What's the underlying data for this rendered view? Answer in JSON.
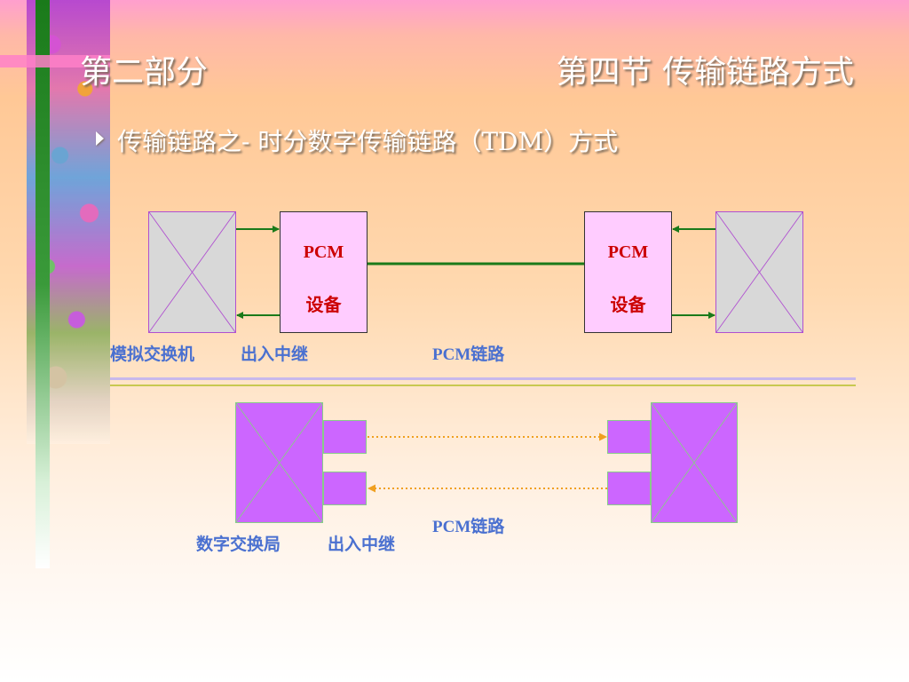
{
  "header": {
    "left_title": "第二部分",
    "right_title": "第四节 传输链路方式"
  },
  "bullet": {
    "text": "传输链路之- 时分数字传输链路（TDM）方式"
  },
  "diagram_top": {
    "pcm_left": {
      "line1": "PCM",
      "line2": "设备"
    },
    "pcm_right": {
      "line1": "PCM",
      "line2": "设备"
    },
    "labels": {
      "analog_switch": "模拟交换机",
      "trunk": "出入中继",
      "pcm_link": "PCM链路"
    }
  },
  "diagram_bottom": {
    "labels": {
      "digital_exchange": "数字交换局",
      "trunk": "出入中继",
      "pcm_link": "PCM链路"
    }
  },
  "colors": {
    "accent_label": "#4a70d0",
    "pcm_text": "#cc0000",
    "link_green": "#1a7a1a",
    "dotted_orange": "#f0a020",
    "digital_fill": "#cc66ff"
  }
}
